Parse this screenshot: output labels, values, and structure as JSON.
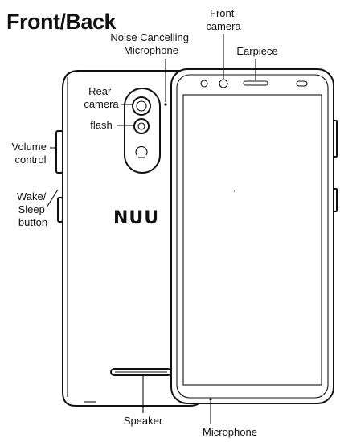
{
  "title": "Front/Back",
  "brand": "NUU",
  "labels": {
    "front_camera": [
      "Front",
      "camera"
    ],
    "noise_mic": [
      "Noise Cancelling",
      "Microphone"
    ],
    "earpiece": "Earpiece",
    "rear_camera": [
      "Rear",
      "camera"
    ],
    "flash": "flash",
    "volume": [
      "Volume",
      "control"
    ],
    "wake": [
      "Wake/",
      "Sleep",
      "button"
    ],
    "speaker": "Speaker",
    "microphone": "Microphone"
  }
}
